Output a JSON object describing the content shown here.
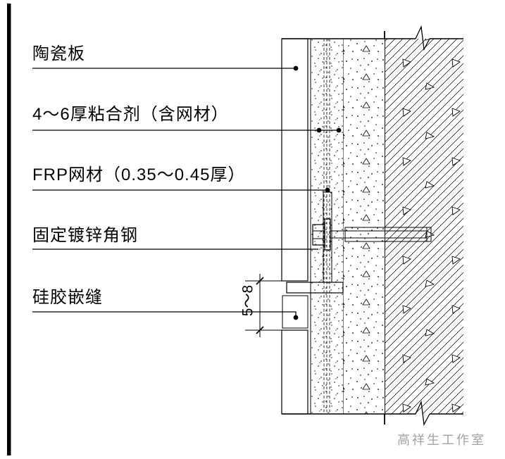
{
  "page": {
    "background": "#ffffff",
    "line_color": "#000000"
  },
  "annotations": {
    "ceramic_panel": "陶瓷板",
    "adhesive": "4～6厚粘合剂（含网材）",
    "frp_mesh": "FRP网材（0.35～0.45厚）",
    "angle_steel": "固定镀锌角钢",
    "silicone_seal": "硅胶嵌缝"
  },
  "dimensions": {
    "joint_width": "5～8"
  },
  "watermark": {
    "text": "高祥生工作室",
    "color": "#a3a3a3"
  }
}
